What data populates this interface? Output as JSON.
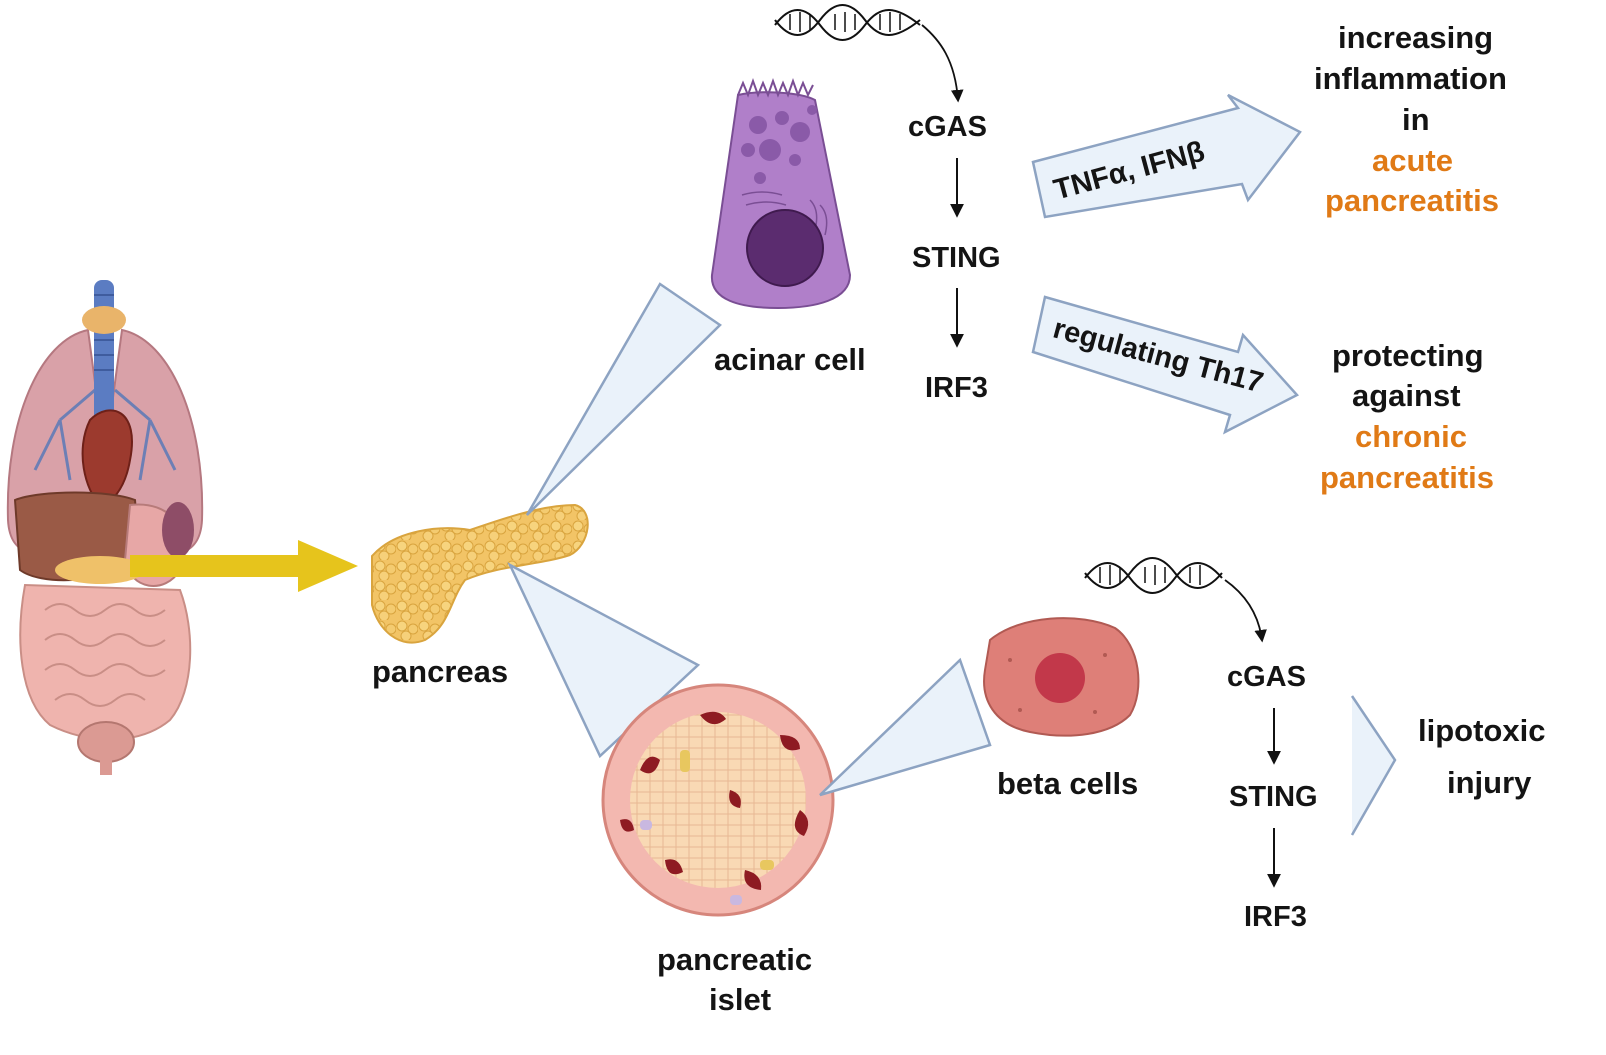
{
  "labels": {
    "pancreas": "pancreas",
    "acinar_cell": "acinar cell",
    "pancreatic_islet_1": "pancreatic",
    "pancreatic_islet_2": "islet",
    "beta_cells": "beta cells"
  },
  "acinar_pathway": {
    "cgas": "cGAS",
    "sting": "STING",
    "irf3": "IRF3",
    "arrow_upper": "TNFα, IFNβ",
    "arrow_lower": "regulating Th17",
    "outcome_acute_1": "increasing",
    "outcome_acute_2": "inflammation",
    "outcome_acute_3": "in",
    "outcome_acute_4": "acute",
    "outcome_acute_5": "pancreatitis",
    "outcome_chronic_1": "protecting",
    "outcome_chronic_2": "against",
    "outcome_chronic_3": "chronic",
    "outcome_chronic_4": "pancreatitis"
  },
  "beta_pathway": {
    "cgas": "cGAS",
    "sting": "STING",
    "irf3": "IRF3",
    "outcome_1": "lipotoxic",
    "outcome_2": "injury"
  },
  "colors": {
    "disease_highlight": "#E07A16",
    "main_arrow": "#E6C41C",
    "callout_fill": "#EAF2FA",
    "callout_stroke": "#8DA3C2"
  }
}
